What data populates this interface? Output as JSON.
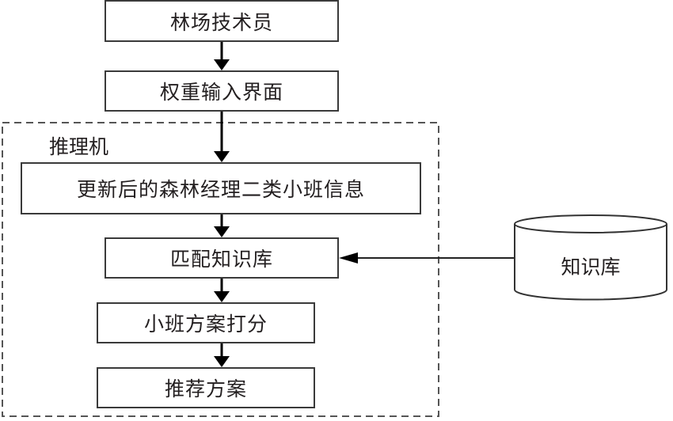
{
  "diagram": {
    "nodes": {
      "technician": "林场技术员",
      "weight_input": "权重输入界面",
      "updated_info": "更新后的森林经理二类小班信息",
      "match_kb": "匹配知识库",
      "scoring": "小班方案打分",
      "recommend": "推荐方案",
      "knowledge_base": "知识库"
    },
    "group_label": "推理机",
    "edges": [
      {
        "from": "林场技术员",
        "to": "权重输入界面"
      },
      {
        "from": "权重输入界面",
        "to": "更新后的森林经理二类小班信息"
      },
      {
        "from": "更新后的森林经理二类小班信息",
        "to": "匹配知识库"
      },
      {
        "from": "知识库",
        "to": "匹配知识库"
      },
      {
        "from": "匹配知识库",
        "to": "小班方案打分"
      },
      {
        "from": "小班方案打分",
        "to": "推荐方案"
      }
    ]
  }
}
